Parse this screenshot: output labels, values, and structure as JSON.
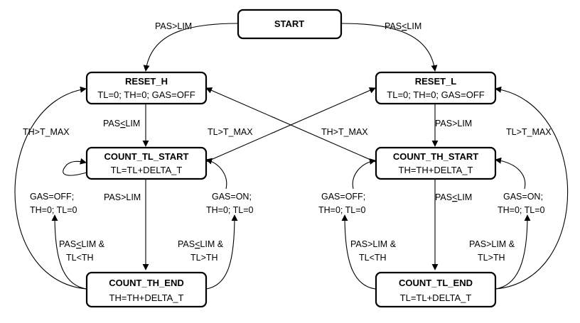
{
  "states": {
    "start": {
      "title": "START"
    },
    "reset_h": {
      "title": "RESET_H",
      "action": "TL=0; TH=0; GAS=OFF"
    },
    "reset_l": {
      "title": "RESET_L",
      "action": "TL=0; TH=0; GAS=OFF"
    },
    "count_tl_start": {
      "title": "COUNT_TL_START",
      "action": "TL=TL+DELTA_T"
    },
    "count_th_start": {
      "title": "COUNT_TH_START",
      "action": "TH=TH+DELTA_T"
    },
    "count_th_end": {
      "title": "COUNT_TH_END",
      "action": "TH=TH+DELTA_T"
    },
    "count_tl_end": {
      "title": "COUNT_TL_END",
      "action": "TL=TL+DELTA_T"
    }
  },
  "transitions": {
    "start_to_reset_h": "PAS>LIM",
    "start_to_reset_l_a": "PAS",
    "start_to_reset_l_b": "<",
    "start_to_reset_l_c": "LIM",
    "reset_h_to_count_tl_start_a": "PAS",
    "reset_h_to_count_tl_start_b": "<",
    "reset_h_to_count_tl_start_c": "LIM",
    "reset_l_to_count_th_start": "PAS>LIM",
    "count_th_end_to_reset_h": "TH>T_MAX",
    "count_tl_start_to_reset_l": "TL>T_MAX",
    "count_th_start_to_reset_h": "TH>T_MAX",
    "count_tl_end_to_reset_l": "TL>T_MAX",
    "count_tl_start_to_count_th_end": "PAS>LIM",
    "count_th_start_to_count_tl_end_a": "PAS",
    "count_th_start_to_count_tl_end_b": "<",
    "count_th_start_to_count_tl_end_c": "LIM",
    "left_inner_left_line1": "GAS=OFF;",
    "left_inner_left_line2": "TH=0; TL=0",
    "left_inner_right_line1": "GAS=ON;",
    "left_inner_right_line2": "TH=0; TL=0",
    "left_outer_left_line1_a": "PAS",
    "left_outer_left_line1_b": "<",
    "left_outer_left_line1_c": "LIM &",
    "left_outer_left_line2": "TL<TH",
    "left_outer_right_line1_a": "PAS",
    "left_outer_right_line1_b": "<",
    "left_outer_right_line1_c": "LIM &",
    "left_outer_right_line2": "TL>TH",
    "right_inner_left_line1": "GAS=OFF;",
    "right_inner_left_line2": "TH=0; TL=0",
    "right_inner_right_line1": "GAS=ON;",
    "right_inner_right_line2": "TH=0; TL=0",
    "right_outer_left_line1": "PAS>LIM &",
    "right_outer_left_line2": "TL<TH",
    "right_outer_right_line1": "PAS>LIM &",
    "right_outer_right_line2": "TL>TH"
  }
}
